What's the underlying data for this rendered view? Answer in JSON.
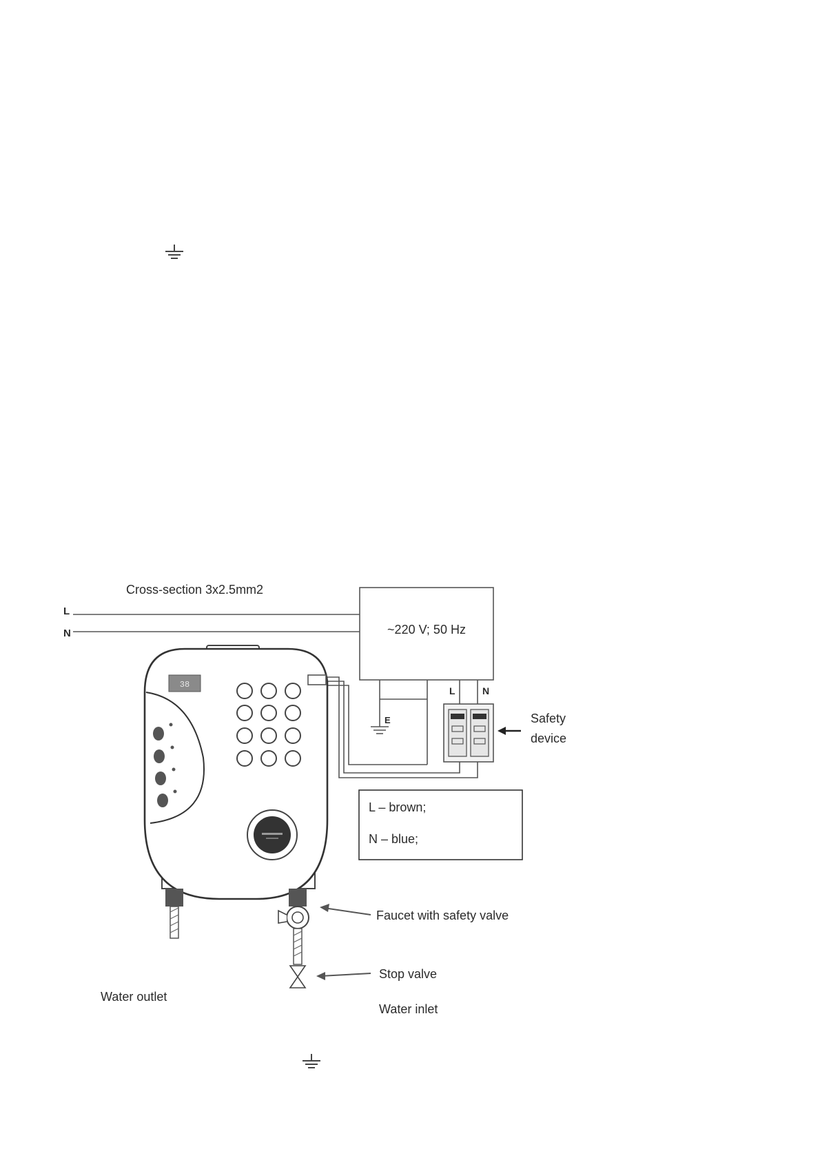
{
  "diagram": {
    "cable_label": "Cross-section 3x2.5mm2",
    "line_l": "L",
    "line_n": "N",
    "power_label": "~220 V; 50 Hz",
    "ground_e": "E",
    "breaker_l": "L",
    "breaker_n": "N",
    "safety_device_line1": "Safety",
    "safety_device_line2": "device",
    "legend_brown": "L – brown;",
    "legend_blue": "N – blue;",
    "display_value": "38",
    "faucet_label": "Faucet with safety valve",
    "stop_valve_label": "Stop valve",
    "water_outlet_label": "Water outlet",
    "water_inlet_label": "Water inlet"
  },
  "colors": {
    "line": "#444444",
    "ink": "#2b2b2b",
    "display": "#8a8a8a"
  }
}
